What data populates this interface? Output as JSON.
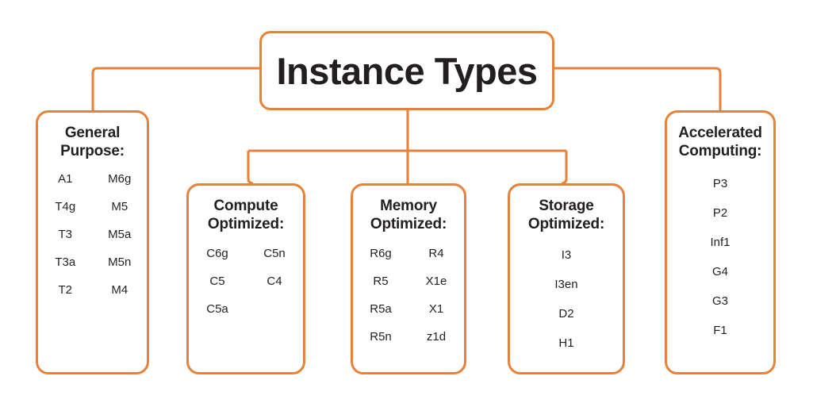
{
  "diagram": {
    "root": {
      "title": "Instance Types"
    },
    "branches": [
      {
        "id": "general-purpose",
        "title": "General\nPurpose:",
        "title_line1": "General",
        "title_line2": "Purpose:",
        "layout": "two-col",
        "columns": [
          [
            "A1",
            "T4g",
            "T3",
            "T3a",
            "T2"
          ],
          [
            "M6g",
            "M5",
            "M5a",
            "M5n",
            "M4"
          ]
        ]
      },
      {
        "id": "compute-optimized",
        "title": "Compute\nOptimized:",
        "title_line1": "Compute",
        "title_line2": "Optimized:",
        "layout": "two-col",
        "columns": [
          [
            "C6g",
            "C5",
            "C5a"
          ],
          [
            "C5n",
            "C4"
          ]
        ]
      },
      {
        "id": "memory-optimized",
        "title": "Memory\nOptimized:",
        "title_line1": "Memory",
        "title_line2": "Optimized:",
        "layout": "two-col",
        "columns": [
          [
            "R6g",
            "R5",
            "R5a",
            "R5n"
          ],
          [
            "R4",
            "X1e",
            "X1",
            "z1d"
          ]
        ]
      },
      {
        "id": "storage-optimized",
        "title": "Storage\nOptimized:",
        "title_line1": "Storage",
        "title_line2": "Optimized:",
        "layout": "one-col",
        "columns": [
          [
            "I3",
            "I3en",
            "D2",
            "H1"
          ]
        ]
      },
      {
        "id": "accelerated-computing",
        "title": "Accelerated\nComputing:",
        "title_line1": "Accelerated",
        "title_line2": "Computing:",
        "layout": "one-col",
        "columns": [
          [
            "P3",
            "P2",
            "Inf1",
            "G4",
            "G3",
            "F1"
          ]
        ]
      }
    ],
    "colors": {
      "border": "#E8813A",
      "connector": "#E8813A",
      "text": "#231F20",
      "background": "#FFFFFF"
    }
  }
}
